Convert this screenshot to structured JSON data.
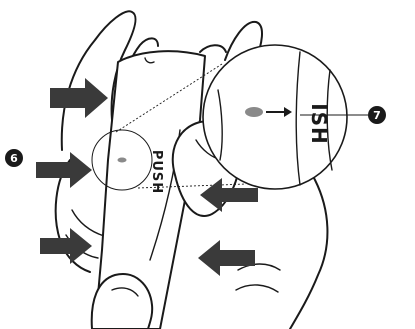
{
  "callouts": [
    {
      "id": "6",
      "label": "6"
    },
    {
      "id": "7",
      "label": "7"
    }
  ],
  "band_label": "PUSH",
  "magnified_label": "ISH",
  "colors": {
    "ink": "#1a1a1a",
    "arrow": "#3a3a3a",
    "indicator": "#8a8a8a",
    "callout_fill": "#1a1a1a"
  }
}
